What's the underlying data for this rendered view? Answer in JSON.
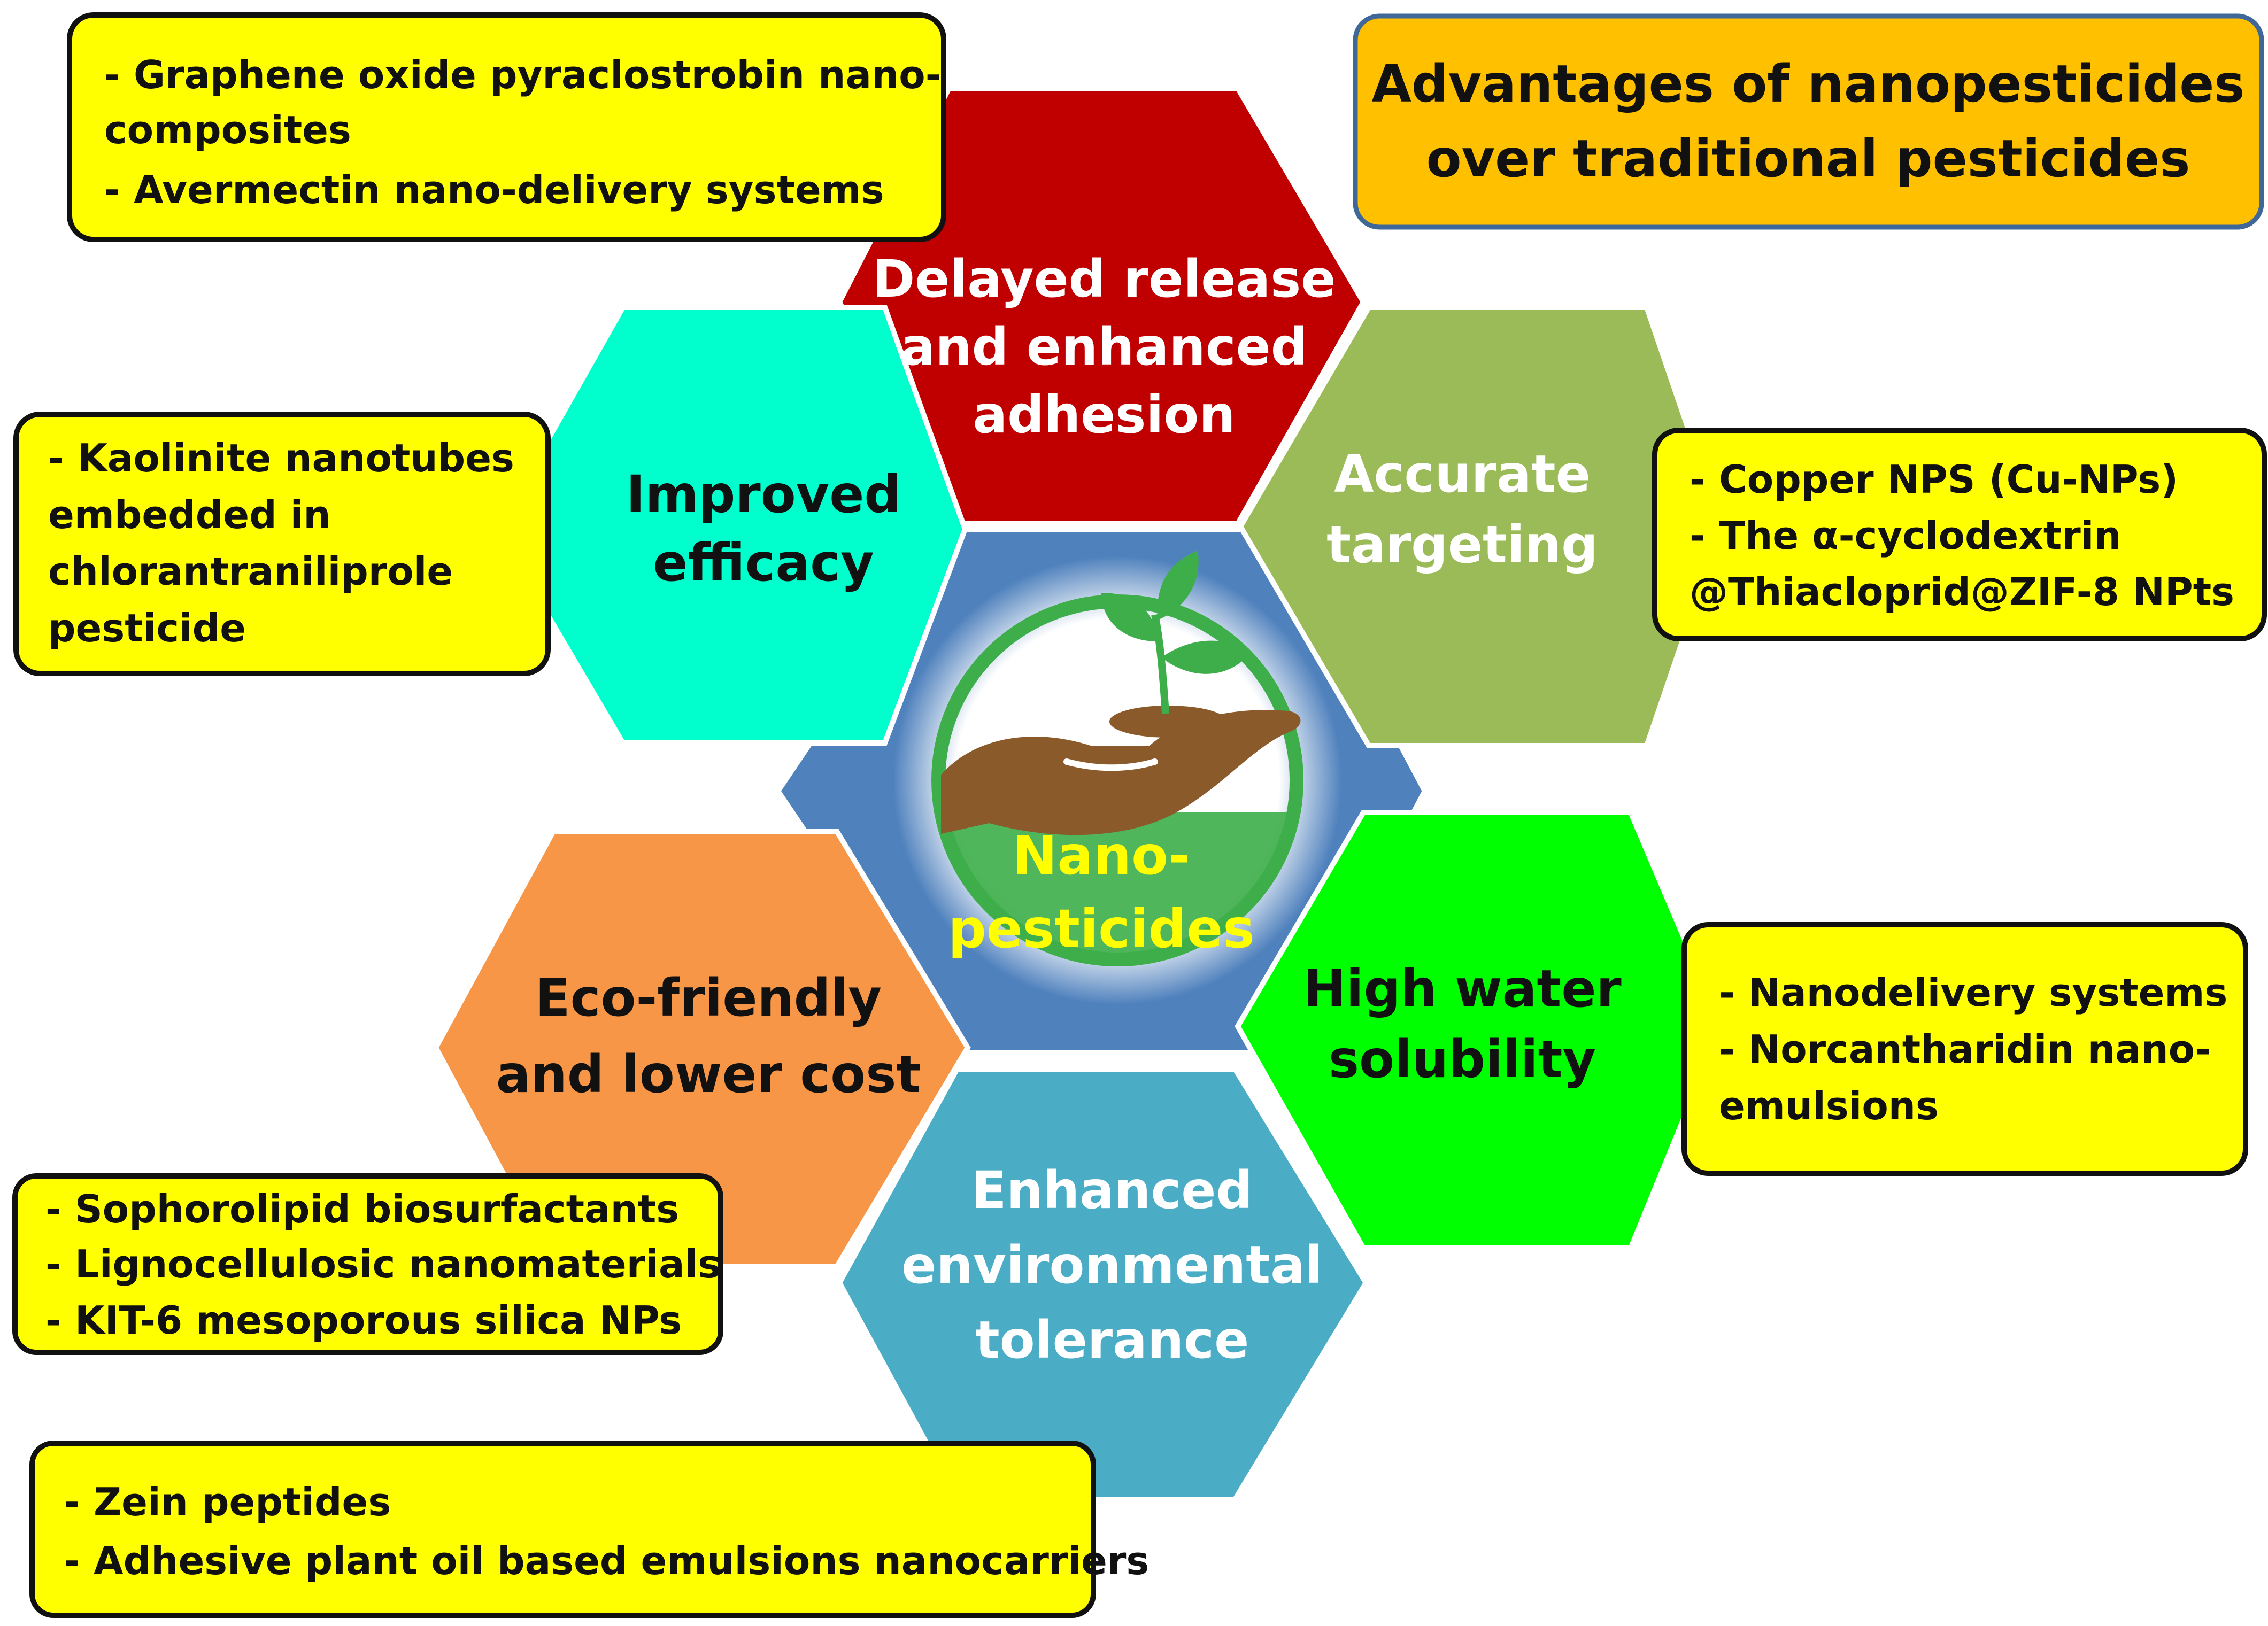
{
  "title": {
    "line1": "Advantages of nanopesticides",
    "line2": "over traditional pesticides",
    "fill": "#FFC000",
    "stroke": "#3F6899"
  },
  "center": {
    "line1": "Nano-",
    "line2": "pesticides",
    "hex_color": "#4F81BD",
    "text_color": "#FFFF00",
    "icon": "hand-holding-plant-icon"
  },
  "hexagons": [
    {
      "key": "delayed",
      "color": "#C00000",
      "text_color": "#FFFFFF",
      "lines": [
        "Delayed release",
        "and enhanced",
        "adhesion"
      ]
    },
    {
      "key": "efficacy",
      "color": "#00FFCC",
      "text_color": "#111111",
      "lines": [
        "Improved",
        "efficacy"
      ]
    },
    {
      "key": "targeting",
      "color": "#9BBB59",
      "text_color": "#FFFFFF",
      "lines": [
        "Accurate",
        "targeting"
      ]
    },
    {
      "key": "eco",
      "color": "#F79646",
      "text_color": "#111111",
      "lines": [
        "Eco-friendly",
        "and lower cost"
      ]
    },
    {
      "key": "solubility",
      "color": "#00FF00",
      "text_color": "#111111",
      "lines": [
        "High water",
        "solubility"
      ]
    },
    {
      "key": "tolerance",
      "color": "#4BACC6",
      "text_color": "#FFFFFF",
      "lines": [
        "Enhanced",
        "environmental",
        "tolerance"
      ]
    }
  ],
  "boxes": {
    "fill": "#FFFF00",
    "delayed": [
      "- Graphene oxide pyraclostrobin nano-",
      "composites",
      "- Avermectin nano-delivery systems"
    ],
    "efficacy": [
      "- Kaolinite nanotubes",
      "embedded in",
      "chlorantraniliprole",
      "pesticide"
    ],
    "targeting": [
      "- Copper NPS (Cu-NPs)",
      "- The α-cyclodextrin",
      "@Thiacloprid@ZIF-8 NPts"
    ],
    "solubility": [
      "- Nanodelivery systems",
      "- Norcantharidin nano-",
      "emulsions"
    ],
    "eco": [
      "- Sophorolipid biosurfactants",
      "- Lignocellulosic nanomaterials",
      "- KIT-6 mesoporous silica NPs"
    ],
    "tolerance": [
      "- Zein peptides",
      "- Adhesive plant oil based emulsions nanocarriers"
    ]
  }
}
